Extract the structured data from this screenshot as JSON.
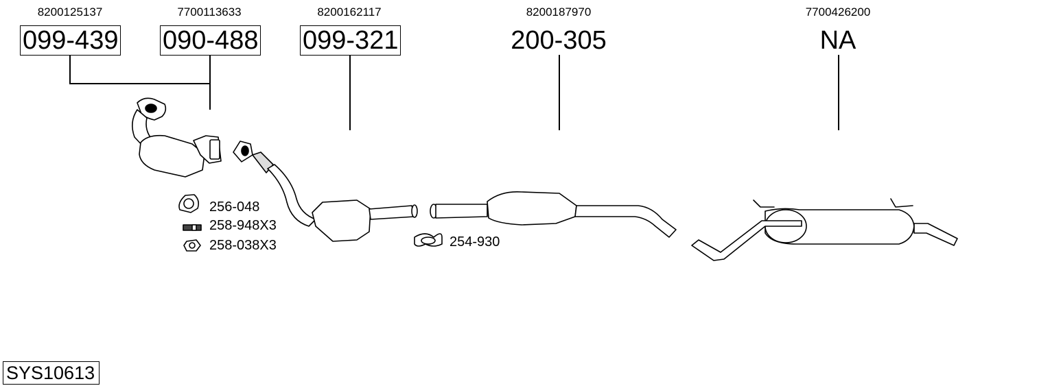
{
  "diagram": {
    "system_id": "SYS10613",
    "parts": [
      {
        "oem": "8200125137",
        "part_no": "099-439",
        "boxed": true,
        "name": "manifold-catalyst"
      },
      {
        "oem": "7700113633",
        "part_no": "090-488",
        "boxed": true,
        "name": "front-catalyst"
      },
      {
        "oem": "8200162117",
        "part_no": "099-321",
        "boxed": true,
        "name": "front-pipe-catalyst"
      },
      {
        "oem": "8200187970",
        "part_no": "200-305",
        "boxed": false,
        "name": "middle-silencer"
      },
      {
        "oem": "7700426200",
        "part_no": "NA",
        "boxed": false,
        "name": "rear-silencer"
      }
    ],
    "accessories": [
      {
        "part_no": "256-048",
        "icon": "gasket-icon"
      },
      {
        "part_no": "258-948X3",
        "icon": "stud-bolt-icon"
      },
      {
        "part_no": "258-038X3",
        "icon": "nut-icon"
      },
      {
        "part_no": "254-930",
        "icon": "clamp-icon"
      }
    ]
  }
}
